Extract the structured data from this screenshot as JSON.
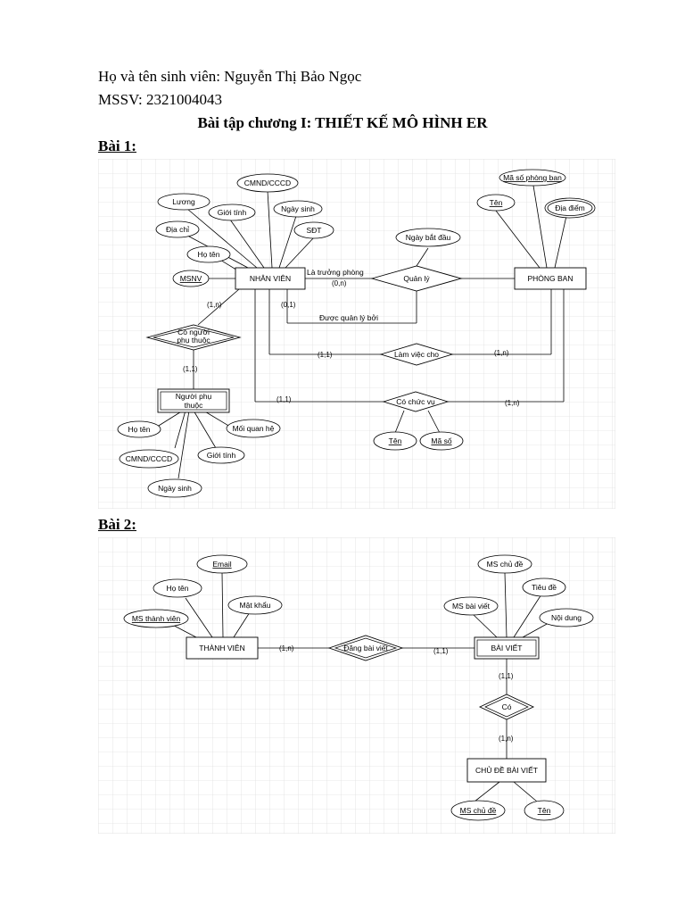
{
  "student": {
    "name_line": "Họ và tên sinh viên: Nguyễn Thị Bảo Ngọc",
    "id_line": "MSSV: 2321004043"
  },
  "title": "Bài tập chương I: THIẾT KẾ MÔ HÌNH ER",
  "bai1": {
    "heading": "Bài 1:",
    "entities": {
      "nhan_vien": "NHÂN VIÊN",
      "phong_ban": "PHÒNG BAN",
      "nguoi_phu_thuoc_1": "Người phụ",
      "nguoi_phu_thuoc_2": "thuộc"
    },
    "attributes": {
      "cmnd": "CMND/CCCD",
      "luong": "Lương",
      "gioi_tinh": "Giới tính",
      "ngay_sinh": "Ngày sinh",
      "dia_chi": "Địa chỉ",
      "sdt": "SĐT",
      "ho_ten": "Họ tên",
      "msnv": "MSNV",
      "ms_phong_ban": "Mã số phòng ban",
      "ten": "Tên",
      "dia_diem": "Địa điểm",
      "ngay_bat_dau": "Ngày bắt đầu",
      "dep_ho_ten": "Họ tên",
      "dep_moi_quan_he": "Mối quan hệ",
      "dep_cmnd": "CMND/CCCD",
      "dep_gioi_tinh": "Giới tính",
      "dep_ngay_sinh": "Ngày sinh",
      "cv_ten": "Tên",
      "cv_ma_so": "Mã số"
    },
    "relationships": {
      "quan_ly": "Quản lý",
      "co_nguoi_1": "Có người",
      "co_nguoi_2": "phụ thuộc",
      "lam_viec_cho": "Làm việc cho",
      "co_chuc_vu": "Có chức vụ"
    },
    "labels": {
      "la_truong_phong": "Là trưởng phòng",
      "duoc_quan_ly_boi": "Được quản lý bởi",
      "card_0n": "(0,n)",
      "card_01": "(0,1)",
      "card_1n_dep": "(1,n)",
      "card_11_dep": "(1,1)",
      "card_11_lvc": "(1,1)",
      "card_1n_lvc": "(1,n)",
      "card_11_cv": "(1,1)",
      "card_1n_cv": "(1,n)"
    }
  },
  "bai2": {
    "heading": "Bài 2:",
    "entities": {
      "thanh_vien": "THÀNH VIÊN",
      "bai_viet": "BÀI VIẾT",
      "chu_de": "CHỦ ĐỀ BÀI VIẾT"
    },
    "attributes": {
      "email": "Email",
      "ho_ten": "Họ tên",
      "mat_khau": "Mật khẩu",
      "ms_thanh_vien": "MS thành viên",
      "ms_chu_de": "MS chủ đề",
      "tieu_de": "Tiêu đề",
      "ms_bai_viet": "MS bài viết",
      "noi_dung": "Nội dung",
      "cd_ms_chu_de": "MS chủ đề",
      "cd_ten": "Tên"
    },
    "relationships": {
      "dang_bai_viet": "Đăng bài viết",
      "co": "Có"
    },
    "labels": {
      "card_1n_tv": "(1,n)",
      "card_11_bv": "(1,1)",
      "card_11_co": "(1,1)",
      "card_1n_cd": "(1,n)"
    }
  }
}
